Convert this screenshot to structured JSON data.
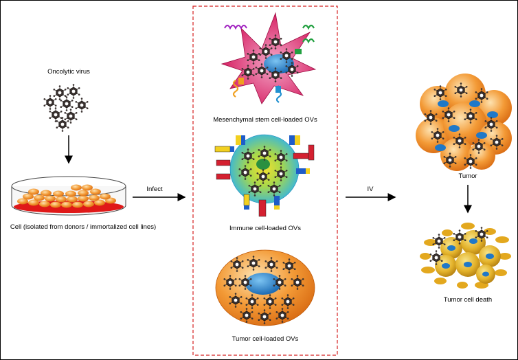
{
  "labels": {
    "oncolytic_virus": "Oncolytic virus",
    "cell_source": "Cell (isolated from donors / immortalized cell lines)",
    "infect": "Infect",
    "msc_ovs": "Mesenchymal stem cell-loaded OVs",
    "immune_ovs": "Immune cell-loaded OVs",
    "tumor_ovs": "Tumor cell-loaded OVs",
    "iv": "IV",
    "tumor": "Tumor",
    "tumor_death": "Tumor cell death"
  },
  "colors": {
    "virus_dark": "#3a3230",
    "msc_magenta": "#d4145a",
    "cell_orange": "#f08a2a",
    "nucleus_blue": "#1f78c8",
    "box_dashed_red": "#d42020",
    "dish_red": "#e01818"
  }
}
